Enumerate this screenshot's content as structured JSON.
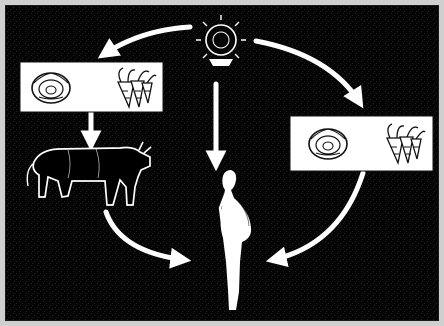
{
  "title": "",
  "caption": "",
  "colors": {
    "outer_border": "#cfcfcf",
    "background": "#050505",
    "frame": "#1a1a1a",
    "arrows": "#ffffff",
    "boxes": "#ffffff",
    "outlines": "#111111",
    "figures": "#ffffff",
    "animal": "#000000",
    "grain": "#8a8a8a"
  },
  "nodes": [
    {
      "id": "source",
      "label": "",
      "icon": "sun-outline-icon"
    },
    {
      "id": "crops-left",
      "label": "",
      "icons": [
        "cabbage-icon",
        "carrot-bundle-icon"
      ]
    },
    {
      "id": "livestock",
      "label": "",
      "icon": "cow-icon"
    },
    {
      "id": "crops-right",
      "label": "",
      "icons": [
        "cabbage-icon",
        "carrot-bundle-icon"
      ]
    },
    {
      "id": "consumer",
      "label": "",
      "icon": "pregnant-woman-icon"
    }
  ],
  "edges": [
    {
      "from": "source",
      "to": "crops-left",
      "label": ""
    },
    {
      "from": "source",
      "to": "crops-right",
      "label": ""
    },
    {
      "from": "source",
      "to": "consumer",
      "label": ""
    },
    {
      "from": "crops-left",
      "to": "livestock",
      "label": ""
    },
    {
      "from": "livestock",
      "to": "consumer",
      "label": ""
    },
    {
      "from": "crops-right",
      "to": "consumer",
      "label": ""
    }
  ]
}
